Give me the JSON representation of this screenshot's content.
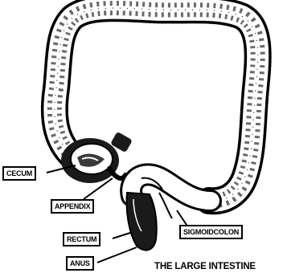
{
  "labels": {
    "cecum": "CECUM",
    "appendix": "APPENDIX",
    "rectum": "RECTUM",
    "anus": "ANUS",
    "sigmoid_colon": "SIGMOIDCOLON"
  },
  "title": "THE LARGE INTESTINE",
  "colors": {
    "ink": "#000000",
    "paper": "#ffffff",
    "shade": "#7a7a7a"
  }
}
